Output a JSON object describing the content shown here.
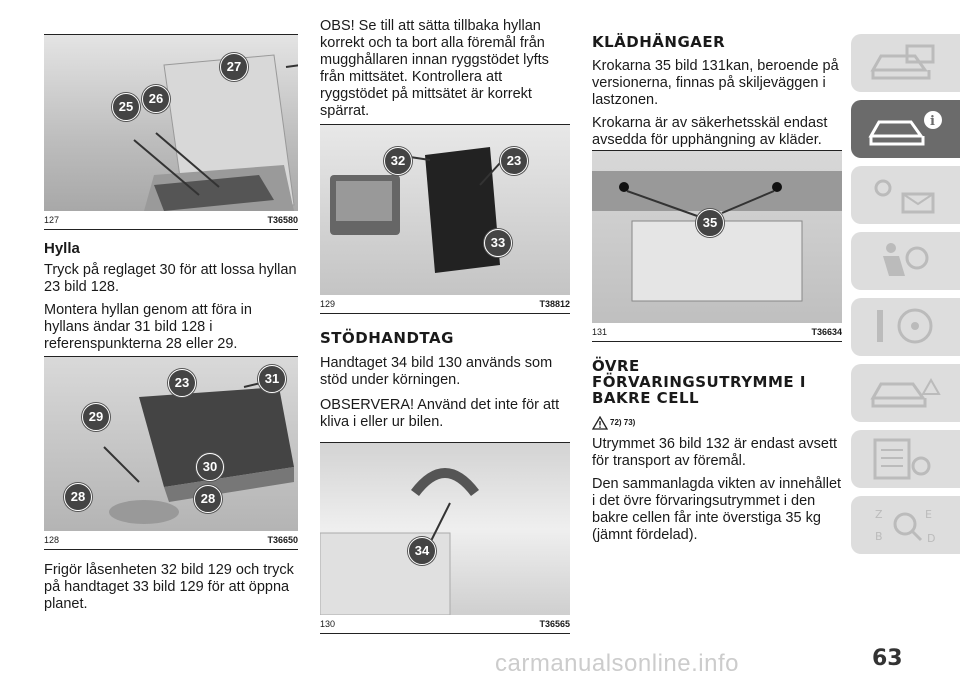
{
  "figures": {
    "f127": {
      "num": "127",
      "code": "T36580",
      "callouts": [
        "25",
        "26",
        "27"
      ]
    },
    "f128": {
      "num": "128",
      "code": "T36650",
      "callouts": [
        "23",
        "31",
        "29",
        "30",
        "28",
        "28"
      ]
    },
    "f129": {
      "num": "129",
      "code": "T38812",
      "callouts": [
        "32",
        "23",
        "33"
      ]
    },
    "f130": {
      "num": "130",
      "code": "T36565",
      "callouts": [
        "34"
      ]
    },
    "f131": {
      "num": "131",
      "code": "T36634",
      "callouts": [
        "35"
      ]
    }
  },
  "col1": {
    "heading": "Hylla",
    "p1": "Tryck på reglaget 30 för att lossa hyllan 23 bild 128.",
    "p2": "Montera hyllan genom att föra in hyllans ändar 31 bild 128 i referenspunkterna 28 eller 29.",
    "p3": "Frigör låsenheten 32 bild 129 och tryck på handtaget 33 bild 129 för att öppna planet."
  },
  "col2": {
    "p1": "OBS! Se till att sätta tillbaka hyllan korrekt och ta bort alla föremål från mugghållaren innan ryggstödet lyfts från mittsätet. Kontrollera att ryggstödet på mittsätet är korrekt spärrat.",
    "heading": "STÖDHANDTAG",
    "p2": "Handtaget 34 bild 130 används som stöd under körningen.",
    "p3": "OBSERVERA! Använd det inte för att kliva i eller ur bilen."
  },
  "col3": {
    "heading": "KLÄDHÄNGAER",
    "p1": "Krokarna 35 bild 131kan, beroende på versionerna, finnas på skiljeväggen i lastzonen.",
    "p2": "Krokarna är av säkerhetsskäl endast avsedda för upphängning av kläder.",
    "heading2a": "ÖVRE",
    "heading2b": "FÖRVARINGSUTRYMME I",
    "heading2c": "BAKRE CELL",
    "warn_refs": "72) 73)",
    "p3": "Utrymmet 36 bild 132 är endast avsett för transport av föremål.",
    "p4": "Den sammanlagda vikten av innehållet i det övre förvaringsutrymmet i den bakre cellen får inte överstiga 35 kg (jämnt fördelad)."
  },
  "page_number": "63",
  "watermark": "carmanualsonline.info",
  "sidebar": {
    "tabs": [
      "car-dashboard-icon",
      "car-info-icon",
      "lights-messages-icon",
      "airbag-seat-icon",
      "wrench-steering-icon",
      "car-breakdown-icon",
      "specs-list-icon",
      "index-search-icon"
    ],
    "active_index": 1
  }
}
